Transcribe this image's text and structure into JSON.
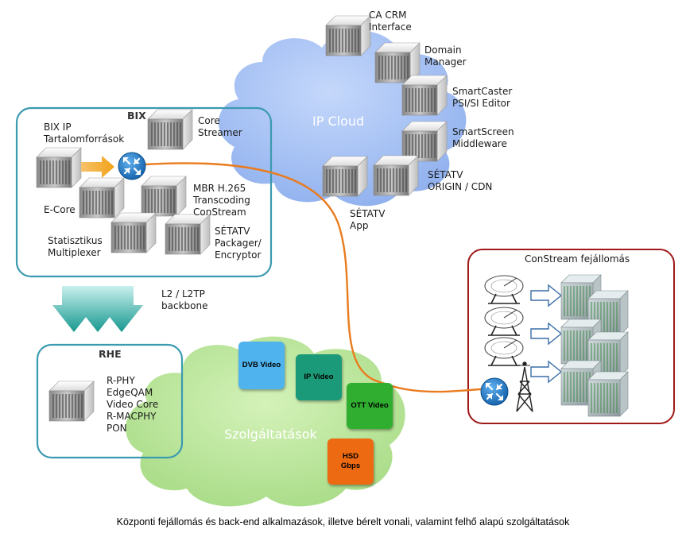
{
  "regions": {
    "bix_title": "BIX",
    "rhe_title": "RHE",
    "constream_title": "ConStream fejállomás"
  },
  "clouds": {
    "ip_cloud": "IP Cloud",
    "services_cloud": "Szolgáltatások"
  },
  "ip_cloud_servers": {
    "ca_crm": "CA CRM\nInterface",
    "domain_manager": "Domain\nManager",
    "smartcaster": "SmartCaster\nPSI/SI Editor",
    "smartscreen": "SmartScreen\nMiddleware",
    "setatv_origin": "SÉTATV\nORIGIN / CDN",
    "setatv_app": "SÉTATV\nApp"
  },
  "bix_components": {
    "bix_ip": "BIX IP\nTartalomforrások",
    "core_streamer": "Core\nStreamer",
    "e_core": "E-Core",
    "mbr": "MBR H.265\nTranscoding\nConStream",
    "stat_mux": "Statisztikus\nMultiplexer",
    "packager": "SÉTATV\nPackager/\nEncryptor"
  },
  "backbone_label": "L2 / L2TP\nbackbone",
  "rhe_components": {
    "rhe_list": "R-PHY\nEdgeQAM\nVideo Core\nR-MACPHY\nPON"
  },
  "services": {
    "dvb": "DVB Video",
    "ip": "IP Video",
    "ott": "OTT Video",
    "hsd": "HSD\nGbps"
  },
  "colors": {
    "bix_border": "#3a9ab0",
    "rhe_border": "#3a9ab0",
    "constream_border": "#a01818",
    "link_line": "#ea7b1e",
    "dvb_fill": "#4fb3ee",
    "ip_fill": "#1a9a78",
    "ott_fill": "#2fae2f",
    "hsd_fill": "#ee6a12",
    "ip_cloud_fill": "#a8c4f3",
    "services_cloud_fill": "#b7e49a",
    "router_fill": "#1f78c9",
    "backbone_arrow": "#1aa59a"
  },
  "caption": "Központi fejállomás és back-end alkalmazások, illetve bérelt vonali, valamint felhő alapú szolgáltatások"
}
